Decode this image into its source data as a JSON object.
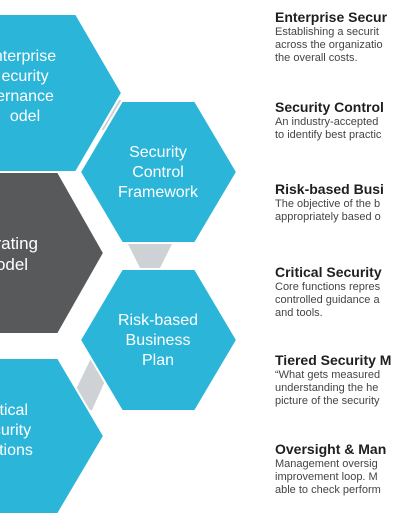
{
  "colors": {
    "primary_hex": "#2bb5d8",
    "primary_stroke": "#ffffff",
    "dark_hex": "#58595b",
    "connector": "#cfd2d4"
  },
  "hexes": [
    {
      "id": "enterprise",
      "lines": [
        "nterprise",
        "ecurity",
        "ernance",
        "odel"
      ],
      "style": "primary"
    },
    {
      "id": "framework",
      "lines": [
        "Security",
        "Control",
        "Framework"
      ],
      "style": "primary"
    },
    {
      "id": "operating",
      "lines": [
        "erating",
        "odel"
      ],
      "style": "dark"
    },
    {
      "id": "business",
      "lines": [
        "Risk-based",
        "Business",
        "Plan"
      ],
      "style": "primary"
    },
    {
      "id": "critical",
      "lines": [
        "itical",
        "curity",
        "ctions"
      ],
      "style": "primary"
    }
  ],
  "items": [
    {
      "title": "Enterprise Secur",
      "desc": [
        "Establishing a securit",
        "across the organizatio",
        "the overall costs."
      ]
    },
    {
      "title": "Security Control",
      "desc": [
        "An industry-accepted",
        "to identify best practic"
      ]
    },
    {
      "title": "Risk-based Busi",
      "desc": [
        "The objective of the b",
        "appropriately based o"
      ]
    },
    {
      "title": "Critical Security",
      "desc": [
        "Core functions repres",
        "controlled guidance a",
        "and tools."
      ]
    },
    {
      "title": "Tiered Security M",
      "desc": [
        "“What gets measured",
        "understanding the he",
        "picture of the security"
      ]
    },
    {
      "title": "Oversight & Man",
      "desc": [
        "Management oversig",
        "improvement loop. M",
        "able to check perform"
      ]
    }
  ]
}
